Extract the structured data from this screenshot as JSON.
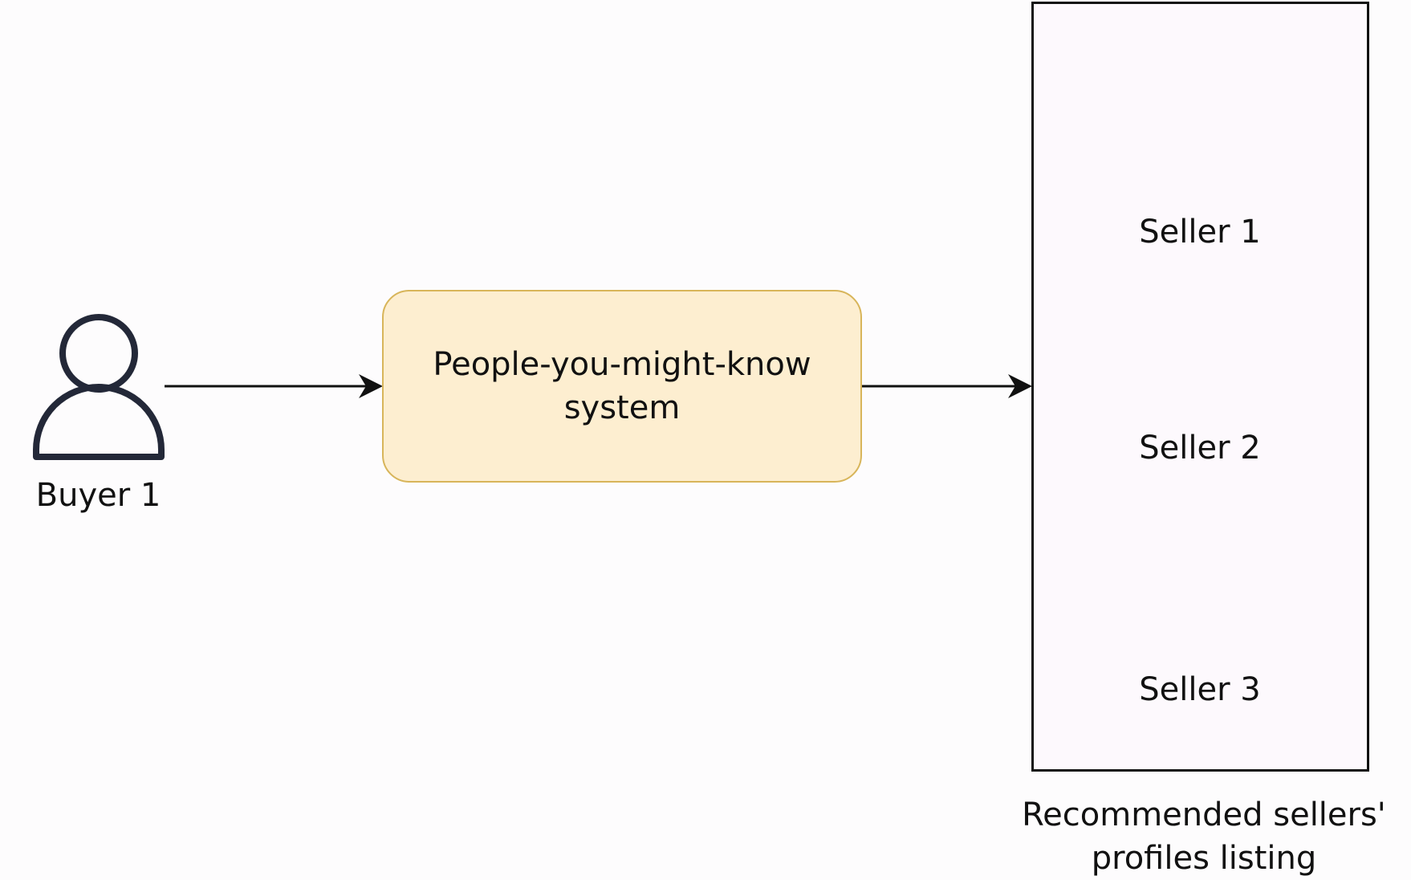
{
  "diagram": {
    "buyer": {
      "label": "Buyer 1",
      "icon": "person-icon"
    },
    "system": {
      "label": "People-you-might-know system"
    },
    "listing": {
      "caption": "Recommended sellers' profiles listing",
      "sellers": [
        {
          "label": "Seller 1",
          "icon": "person-icon"
        },
        {
          "label": "Seller 2",
          "icon": "person-icon"
        },
        {
          "label": "Seller 3",
          "icon": "person-icon"
        }
      ]
    },
    "colors": {
      "icon_stroke": "#232838",
      "system_fill": "#fdeed0",
      "system_border": "#d8b55a",
      "connector": "#111111"
    }
  }
}
